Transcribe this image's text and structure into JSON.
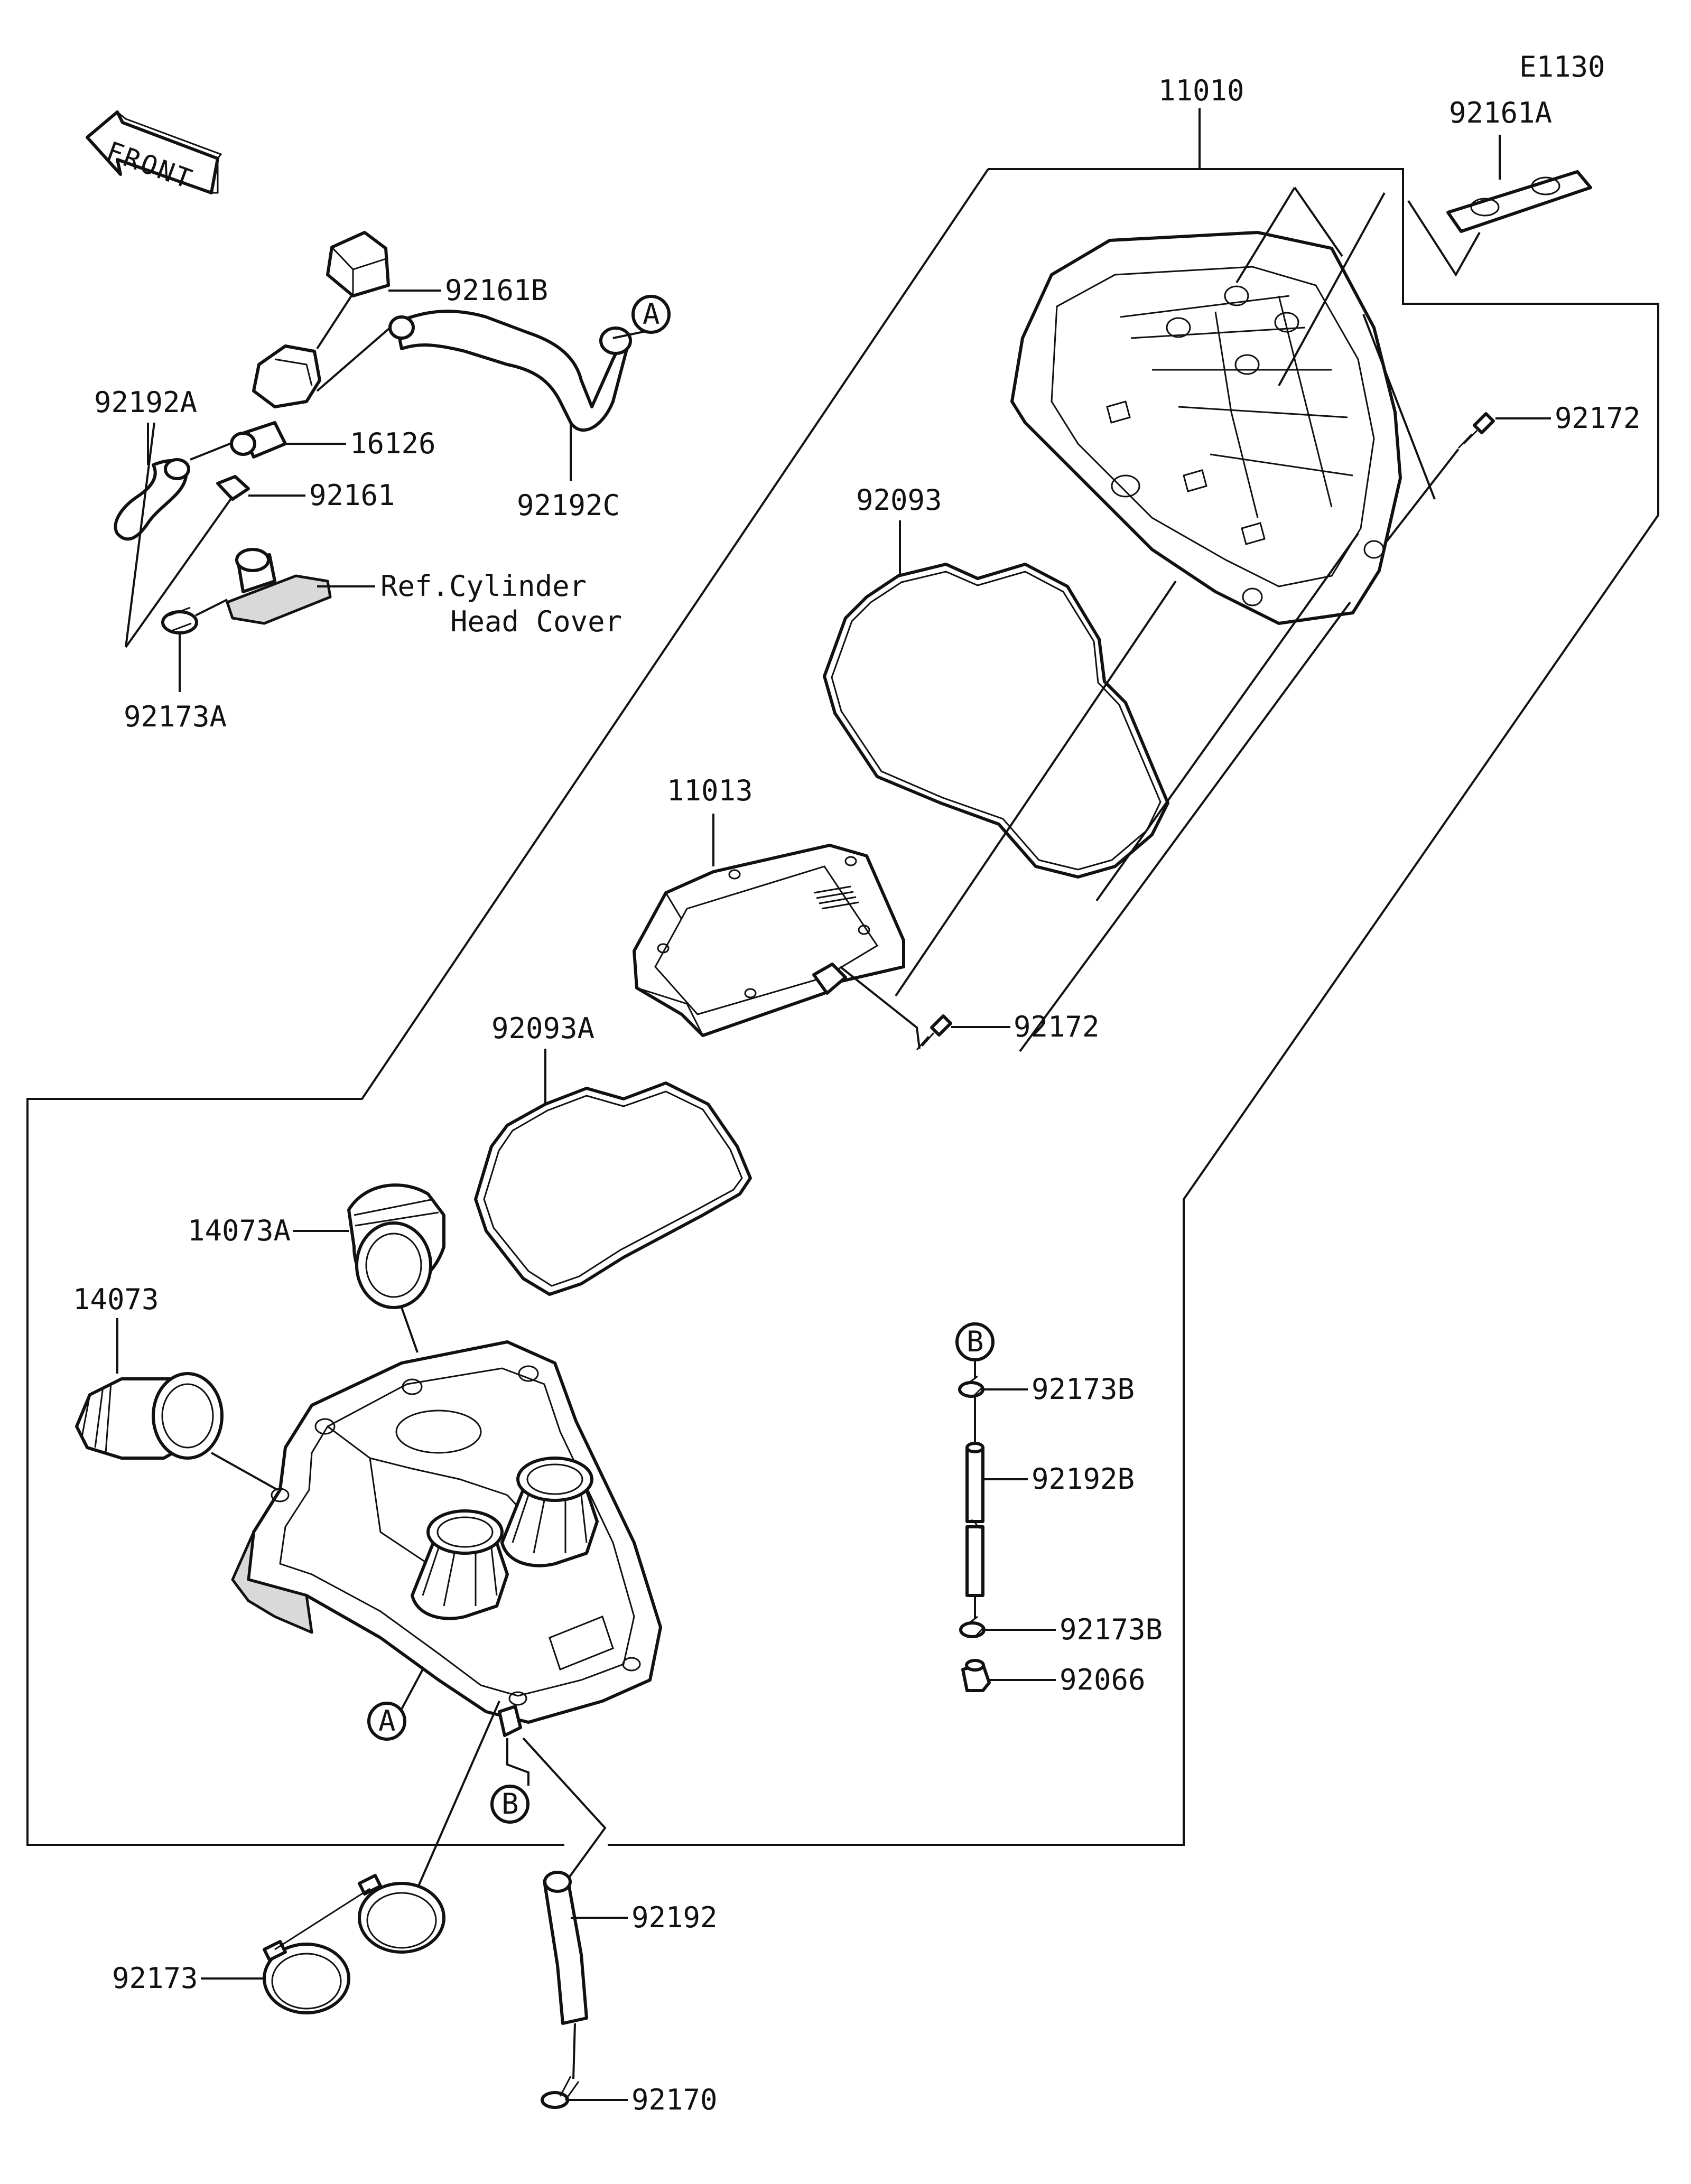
{
  "diagram": {
    "code": "E1130",
    "front_label": "FRONT",
    "callouts": {
      "A": "A",
      "B": "B"
    },
    "labels": {
      "p11010": "11010",
      "p92161A": "92161A",
      "p92161B": "92161B",
      "p92192A": "92192A",
      "p16126": "16126",
      "p92161": "92161",
      "p92192C": "92192C",
      "ref_line1": "Ref.Cylinder",
      "ref_line2": "Head Cover",
      "p92173A": "92173A",
      "p92172_top": "92172",
      "p92093": "92093",
      "p11013": "11013",
      "p92172_mid": "92172",
      "p92093A": "92093A",
      "p14073A": "14073A",
      "p14073": "14073",
      "p92173B_top": "92173B",
      "p92192B": "92192B",
      "p92173B_bot": "92173B",
      "p92066": "92066",
      "p92192": "92192",
      "p92173": "92173",
      "p92170": "92170"
    }
  }
}
